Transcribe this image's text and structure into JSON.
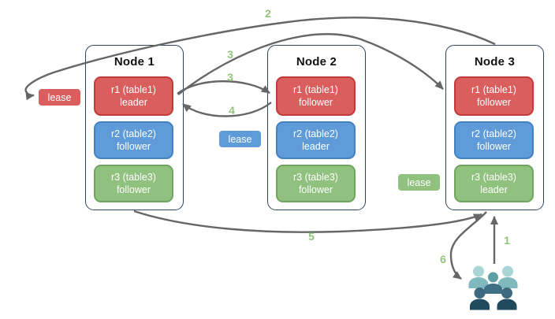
{
  "diagram": {
    "nodes": [
      {
        "name": "Node 1",
        "replicas": [
          {
            "range": "r1 (table1)",
            "role": "leader",
            "color_key": "red"
          },
          {
            "range": "r2 (table2)",
            "role": "follower",
            "color_key": "blue"
          },
          {
            "range": "r3 (table3)",
            "role": "follower",
            "color_key": "green"
          }
        ]
      },
      {
        "name": "Node 2",
        "replicas": [
          {
            "range": "r1 (table1)",
            "role": "follower",
            "color_key": "red"
          },
          {
            "range": "r2 (table2)",
            "role": "leader",
            "color_key": "blue"
          },
          {
            "range": "r3 (table3)",
            "role": "follower",
            "color_key": "green"
          }
        ]
      },
      {
        "name": "Node 3",
        "replicas": [
          {
            "range": "r1 (table1)",
            "role": "follower",
            "color_key": "red"
          },
          {
            "range": "r2 (table2)",
            "role": "follower",
            "color_key": "blue"
          },
          {
            "range": "r3 (table3)",
            "role": "leader",
            "color_key": "green"
          }
        ]
      }
    ],
    "leases": [
      {
        "label": "lease",
        "color_key": "red"
      },
      {
        "label": "lease",
        "color_key": "blue"
      },
      {
        "label": "lease",
        "color_key": "green"
      }
    ],
    "steps": [
      {
        "label": "1"
      },
      {
        "label": "2"
      },
      {
        "label": "3"
      },
      {
        "label": "3"
      },
      {
        "label": "4"
      },
      {
        "label": "5"
      },
      {
        "label": "6"
      }
    ],
    "icons": {
      "users": "users-group-icon"
    },
    "colors": {
      "replica_red": "#DB5E5E",
      "replica_red_border": "#C23B38",
      "replica_blue": "#5E9BD8",
      "replica_blue_border": "#4382C1",
      "replica_green": "#90C17E",
      "replica_green_border": "#6FA55F",
      "node_border": "#2B4560",
      "arrow_gray": "#666666",
      "step_label_green": "#93C47D",
      "users_light_head": "#A9D5D7",
      "users_light_body": "#7FB9BD",
      "users_mid_head": "#5C9FA6",
      "users_mid_body": "#3E6F85",
      "users_dark_head": "#3F697F",
      "users_dark_body": "#214A5E"
    }
  }
}
